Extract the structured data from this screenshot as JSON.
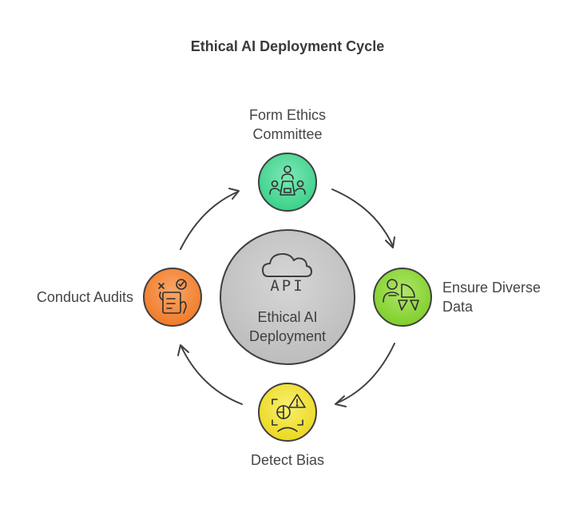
{
  "title": "Ethical AI Deployment Cycle",
  "center": {
    "line1": "Ethical AI",
    "line2": "Deployment",
    "icon": "cloud-api-icon",
    "icon_text": "API",
    "fill": "#c9c9c9"
  },
  "steps": [
    {
      "label_line1": "Form Ethics",
      "label_line2": "Committee",
      "icon": "meeting-table-icon",
      "color": "#4fd99a"
    },
    {
      "label_line1": "Ensure Diverse",
      "label_line2": "Data",
      "icon": "person-pie-chart-icon",
      "color": "#8fd83a"
    },
    {
      "label_line1": "Detect Bias",
      "label_line2": "",
      "icon": "face-scan-warning-icon",
      "color": "#f2e236"
    },
    {
      "label_line1": "Conduct Audits",
      "label_line2": "",
      "icon": "checklist-audit-icon",
      "color": "#f68a3a"
    }
  ]
}
